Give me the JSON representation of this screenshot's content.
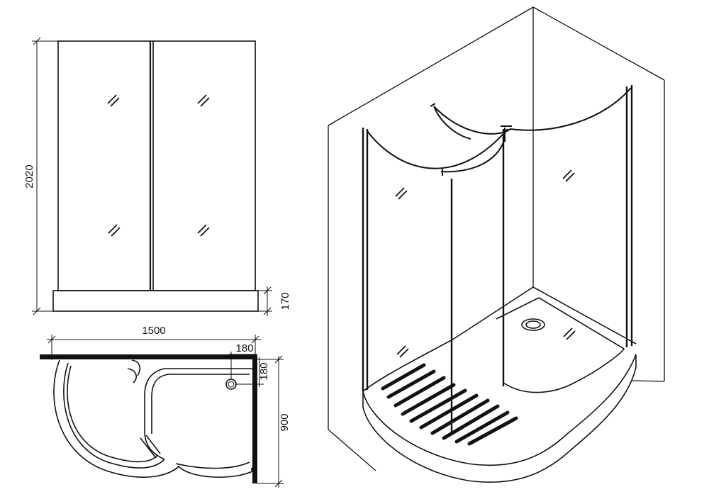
{
  "dimensions": {
    "total_height": "2020",
    "tray_height": "170",
    "width": "1500",
    "depth": "900",
    "drain_offset_x": "180",
    "drain_offset_y": "180"
  },
  "colors": {
    "line": "#111111",
    "background": "#ffffff"
  },
  "icons": {
    "glass_marker": "double-slash-glass-reflection"
  }
}
